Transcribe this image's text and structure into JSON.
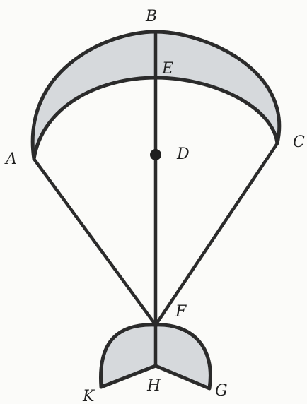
{
  "diagram": {
    "labels": {
      "A": "A",
      "B": "B",
      "C": "C",
      "D": "D",
      "E": "E",
      "F": "F",
      "G": "G",
      "H": "H",
      "K": "K"
    },
    "colors": {
      "stroke": "#2b2b2b",
      "fill": "#d6d9dc",
      "background": "#fbfbf9"
    }
  }
}
